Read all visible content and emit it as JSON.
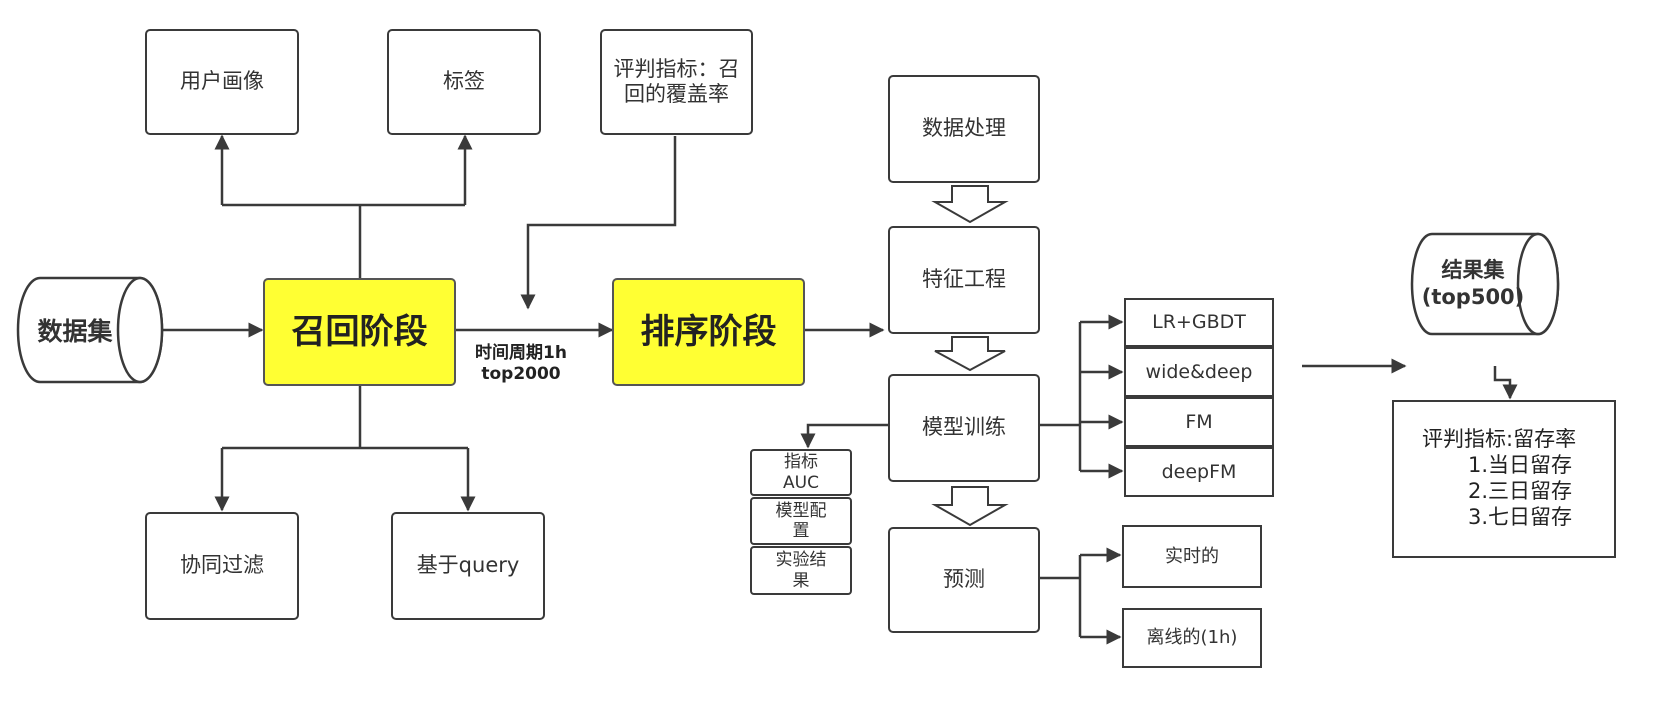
{
  "dataset": "数据集",
  "recall": {
    "title": "召回阶段",
    "user_profile": "用户画像",
    "tags": "标签",
    "metric": "评判指标：召回的覆盖率",
    "collab_filter": "协同过滤",
    "query_based": "基于query"
  },
  "edge_label": {
    "line1": "时间周期1h",
    "line2": "top2000"
  },
  "ranking": {
    "title": "排序阶段",
    "data_processing": "数据处理",
    "feature_engineering": "特征工程",
    "model_training": "模型训练",
    "prediction": "预测",
    "models": [
      "LR+GBDT",
      "wide&deep",
      "FM",
      "deepFM"
    ],
    "side_items": [
      "指标AUC",
      "模型配置",
      "实验结果"
    ],
    "predict_modes": [
      "实时的",
      "离线的(1h)"
    ]
  },
  "result_set": {
    "line1": "结果集",
    "line2": "(top500)"
  },
  "result_metric": {
    "title": "评判指标:留存率",
    "items": [
      "1.当日留存",
      "2.三日留存",
      "3.七日留存"
    ]
  }
}
